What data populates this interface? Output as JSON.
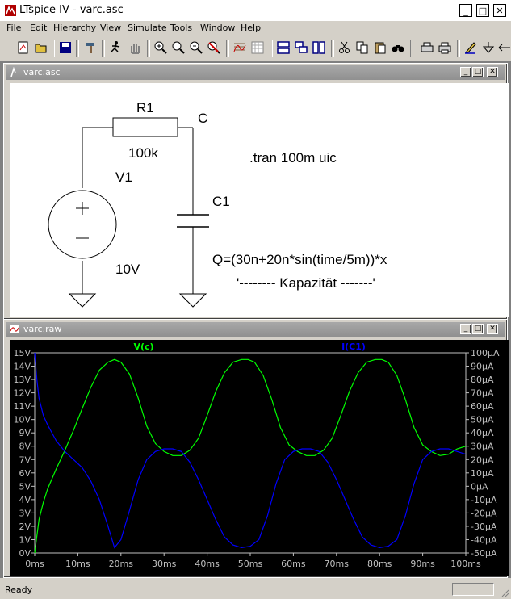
{
  "window": {
    "title": "LTspice IV - varc.asc",
    "controls": {
      "minimize": "_",
      "maximize": "□",
      "close": "✕"
    }
  },
  "menu": [
    "File",
    "Edit",
    "Hierarchy",
    "View",
    "Simulate",
    "Tools",
    "Window",
    "Help"
  ],
  "schematic_window": {
    "title": "varc.asc",
    "labels": {
      "r1_name": "R1",
      "r1_value": "100k",
      "node_c": "C",
      "v1_name": "V1",
      "v1_value": "10V",
      "c1_name": "C1",
      "directive": ".tran 100m uic",
      "charge_expr": "Q=(30n+20n*sin(time/5m))*x",
      "comment": "'-------- Kapazität -------'"
    }
  },
  "waveform_window": {
    "title": "varc.raw"
  },
  "chart_data": {
    "type": "line",
    "series": [
      {
        "name": "V(c)",
        "color": "#00ff00",
        "axis": "left",
        "x": [
          0,
          1,
          2,
          3,
          5,
          7,
          9,
          11,
          13,
          15,
          17,
          18.5,
          20,
          22,
          24,
          26,
          28,
          30,
          32,
          34,
          36,
          38,
          40,
          42,
          44,
          46,
          48,
          49.5,
          51,
          53,
          55,
          57,
          59,
          61,
          63,
          65,
          67,
          69,
          71,
          73,
          75,
          77,
          79,
          80.5,
          82,
          84,
          86,
          88,
          90,
          92,
          94,
          96,
          98,
          100
        ],
        "y": [
          0,
          2.5,
          3.8,
          4.8,
          6.3,
          7.7,
          9.2,
          10.8,
          12.4,
          13.7,
          14.3,
          14.5,
          14.3,
          13.4,
          11.6,
          9.5,
          8.2,
          7.6,
          7.3,
          7.3,
          7.7,
          8.6,
          10.3,
          12.1,
          13.5,
          14.3,
          14.5,
          14.5,
          14.3,
          13.3,
          11.5,
          9.4,
          8.1,
          7.6,
          7.3,
          7.3,
          7.7,
          8.6,
          10.3,
          12.1,
          13.5,
          14.3,
          14.5,
          14.5,
          14.3,
          13.3,
          11.5,
          9.4,
          8.1,
          7.6,
          7.3,
          7.4,
          7.8,
          8.0
        ]
      },
      {
        "name": "I(C1)",
        "color": "#0000ff",
        "axis": "right",
        "x": [
          0,
          0.5,
          1,
          2,
          3,
          5,
          7,
          9,
          11,
          13,
          15,
          17,
          18.5,
          20,
          22,
          24,
          26,
          28,
          30,
          32,
          34,
          36,
          38,
          40,
          42,
          44,
          46,
          48,
          50,
          52,
          54,
          56,
          58,
          60,
          62,
          64,
          66,
          68,
          70,
          72,
          74,
          76,
          78,
          80,
          82,
          84,
          86,
          88,
          90,
          92,
          94,
          96,
          98,
          100
        ],
        "y": [
          100,
          80,
          66,
          53,
          46,
          34,
          26,
          20,
          14,
          4,
          -10,
          -30,
          -46,
          -40,
          -18,
          5,
          20,
          26,
          28,
          28,
          26,
          18,
          5,
          -10,
          -25,
          -38,
          -44,
          -46,
          -45,
          -40,
          -22,
          2,
          20,
          26,
          28,
          28,
          26,
          18,
          5,
          -10,
          -25,
          -38,
          -44,
          -46,
          -45,
          -40,
          -22,
          2,
          20,
          26,
          28,
          28,
          26,
          24
        ]
      }
    ],
    "left_axis": {
      "unit": "V",
      "ylim": [
        0,
        15
      ],
      "ticks": [
        "0V",
        "1V",
        "2V",
        "3V",
        "4V",
        "5V",
        "6V",
        "7V",
        "8V",
        "9V",
        "10V",
        "11V",
        "12V",
        "13V",
        "14V",
        "15V"
      ]
    },
    "right_axis": {
      "unit": "µA",
      "ylim": [
        -50,
        100
      ],
      "ticks": [
        "-50µA",
        "-40µA",
        "-30µA",
        "-20µA",
        "-10µA",
        "0µA",
        "10µA",
        "20µA",
        "30µA",
        "40µA",
        "50µA",
        "60µA",
        "70µA",
        "80µA",
        "90µA",
        "100µA"
      ]
    },
    "x_axis": {
      "xlim": [
        0,
        100
      ],
      "ticks": [
        "0ms",
        "10ms",
        "20ms",
        "30ms",
        "40ms",
        "50ms",
        "60ms",
        "70ms",
        "80ms",
        "90ms",
        "100ms"
      ]
    },
    "grid": false,
    "legend": "top"
  },
  "status": {
    "text": "Ready"
  }
}
